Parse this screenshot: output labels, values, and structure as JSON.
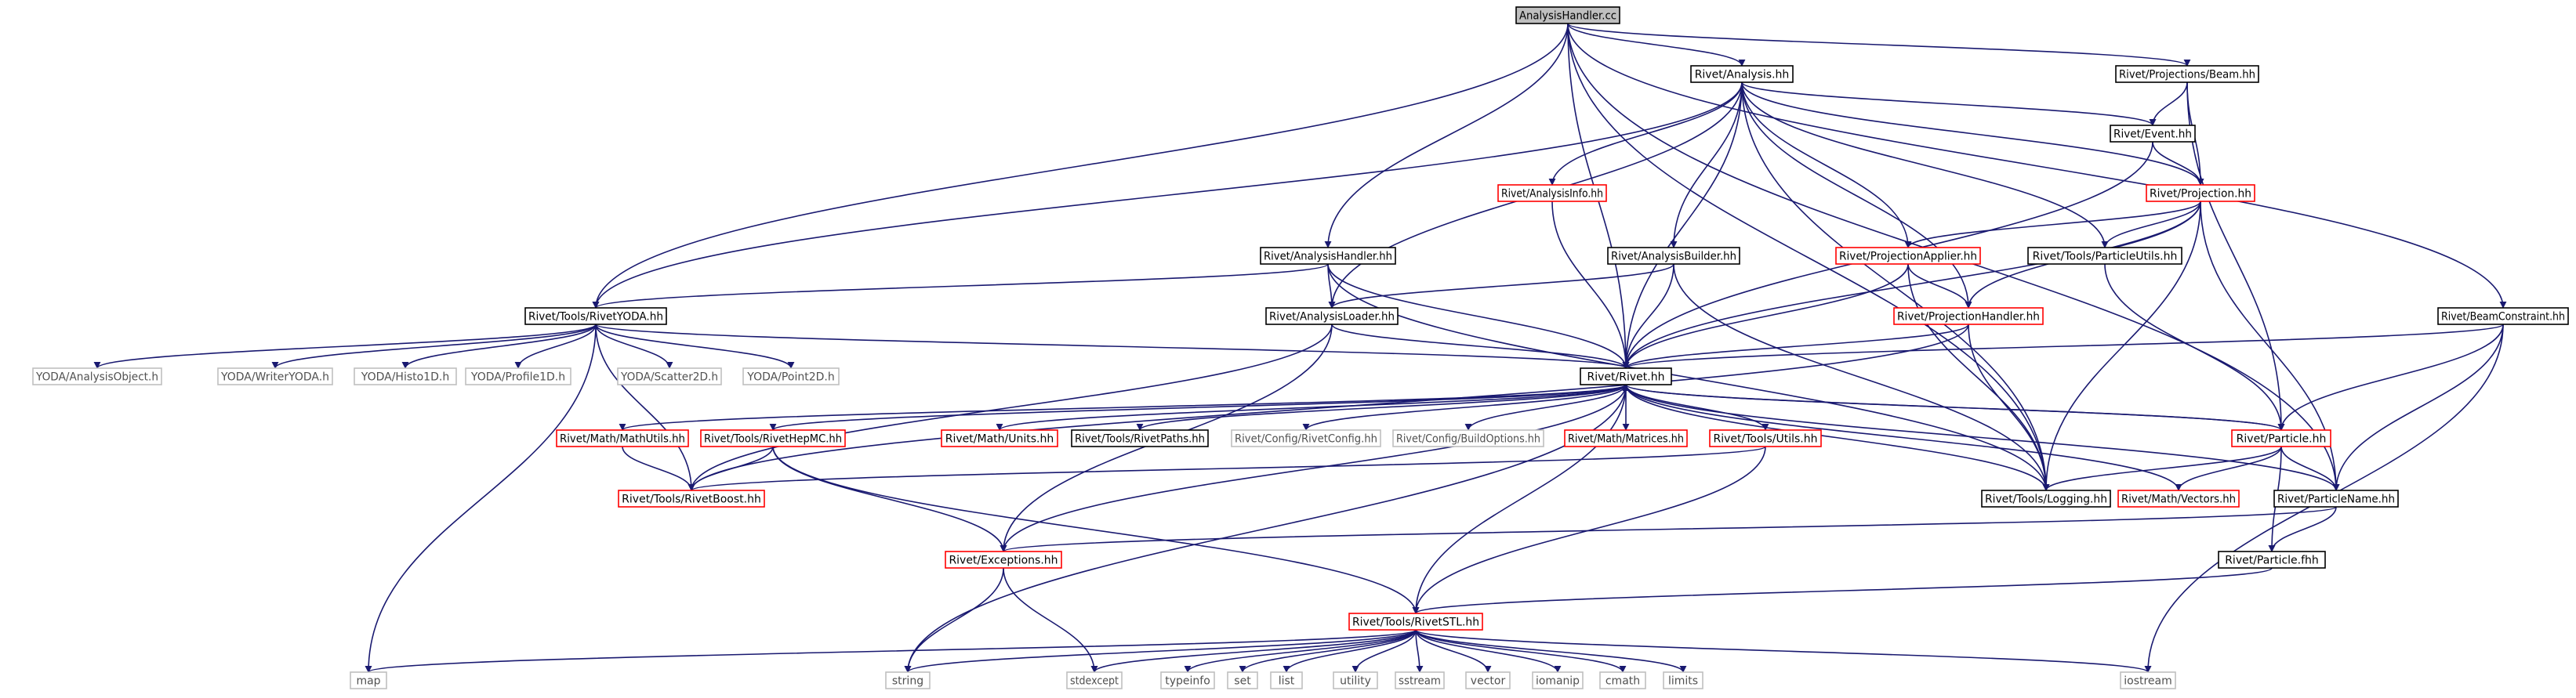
{
  "diagram": {
    "root": "AnalysisHandler.cc",
    "colors": {
      "edge": "#191970",
      "root_fill": "#bfbfbf",
      "root_border": "#000000",
      "documented_border": "#000000",
      "truncated_border": "#ff0000",
      "external_border": "#bfbfbf",
      "text": "#000000",
      "external_text": "#505050"
    },
    "nodes": [
      {
        "id": "ahcc",
        "label": "AnalysisHandler.cc",
        "kind": "root"
      },
      {
        "id": "analysis",
        "label": "Rivet/Analysis.hh",
        "kind": "doc"
      },
      {
        "id": "beam",
        "label": "Rivet/Projections/Beam.hh",
        "kind": "doc"
      },
      {
        "id": "event",
        "label": "Rivet/Event.hh",
        "kind": "doc"
      },
      {
        "id": "projection",
        "label": "Rivet/Projection.hh",
        "kind": "trunc"
      },
      {
        "id": "analysisinfo",
        "label": "Rivet/AnalysisInfo.hh",
        "kind": "trunc"
      },
      {
        "id": "analysishandler",
        "label": "Rivet/AnalysisHandler.hh",
        "kind": "doc"
      },
      {
        "id": "analysisbuilder",
        "label": "Rivet/AnalysisBuilder.hh",
        "kind": "doc"
      },
      {
        "id": "projapplier",
        "label": "Rivet/ProjectionApplier.hh",
        "kind": "trunc"
      },
      {
        "id": "particleutils",
        "label": "Rivet/Tools/ParticleUtils.hh",
        "kind": "doc"
      },
      {
        "id": "rivetyoda",
        "label": "Rivet/Tools/RivetYODA.hh",
        "kind": "doc"
      },
      {
        "id": "analysisloader",
        "label": "Rivet/AnalysisLoader.hh",
        "kind": "doc"
      },
      {
        "id": "projhandler",
        "label": "Rivet/ProjectionHandler.hh",
        "kind": "trunc"
      },
      {
        "id": "beamconstraint",
        "label": "Rivet/BeamConstraint.hh",
        "kind": "doc"
      },
      {
        "id": "yao",
        "label": "YODA/AnalysisObject.h",
        "kind": "ext"
      },
      {
        "id": "ywriter",
        "label": "YODA/WriterYODA.h",
        "kind": "ext"
      },
      {
        "id": "yh1d",
        "label": "YODA/Histo1D.h",
        "kind": "ext"
      },
      {
        "id": "yp1d",
        "label": "YODA/Profile1D.h",
        "kind": "ext"
      },
      {
        "id": "ys2d",
        "label": "YODA/Scatter2D.h",
        "kind": "ext"
      },
      {
        "id": "ypt2d",
        "label": "YODA/Point2D.h",
        "kind": "ext"
      },
      {
        "id": "rivet",
        "label": "Rivet/Rivet.hh",
        "kind": "doc"
      },
      {
        "id": "mathutils",
        "label": "Rivet/Math/MathUtils.hh",
        "kind": "trunc"
      },
      {
        "id": "hepmc",
        "label": "Rivet/Tools/RivetHepMC.hh",
        "kind": "trunc"
      },
      {
        "id": "units",
        "label": "Rivet/Math/Units.hh",
        "kind": "trunc"
      },
      {
        "id": "paths",
        "label": "Rivet/Tools/RivetPaths.hh",
        "kind": "doc"
      },
      {
        "id": "rivetconfig",
        "label": "Rivet/Config/RivetConfig.hh",
        "kind": "ext"
      },
      {
        "id": "buildoptions",
        "label": "Rivet/Config/BuildOptions.hh",
        "kind": "ext"
      },
      {
        "id": "matrices",
        "label": "Rivet/Math/Matrices.hh",
        "kind": "trunc"
      },
      {
        "id": "toolsutils",
        "label": "Rivet/Tools/Utils.hh",
        "kind": "trunc"
      },
      {
        "id": "particle",
        "label": "Rivet/Particle.hh",
        "kind": "trunc"
      },
      {
        "id": "rivetboost",
        "label": "Rivet/Tools/RivetBoost.hh",
        "kind": "trunc"
      },
      {
        "id": "logging",
        "label": "Rivet/Tools/Logging.hh",
        "kind": "doc"
      },
      {
        "id": "vectors",
        "label": "Rivet/Math/Vectors.hh",
        "kind": "trunc"
      },
      {
        "id": "particlename",
        "label": "Rivet/ParticleName.hh",
        "kind": "doc"
      },
      {
        "id": "exceptions",
        "label": "Rivet/Exceptions.hh",
        "kind": "trunc"
      },
      {
        "id": "particlefhh",
        "label": "Rivet/Particle.fhh",
        "kind": "doc"
      },
      {
        "id": "stl",
        "label": "Rivet/Tools/RivetSTL.hh",
        "kind": "trunc"
      },
      {
        "id": "map",
        "label": "map",
        "kind": "ext"
      },
      {
        "id": "string",
        "label": "string",
        "kind": "ext"
      },
      {
        "id": "stdexcept",
        "label": "stdexcept",
        "kind": "ext"
      },
      {
        "id": "typeinfo",
        "label": "typeinfo",
        "kind": "ext"
      },
      {
        "id": "set",
        "label": "set",
        "kind": "ext"
      },
      {
        "id": "list",
        "label": "list",
        "kind": "ext"
      },
      {
        "id": "utility",
        "label": "utility",
        "kind": "ext"
      },
      {
        "id": "sstream",
        "label": "sstream",
        "kind": "ext"
      },
      {
        "id": "vector",
        "label": "vector",
        "kind": "ext"
      },
      {
        "id": "iomanip",
        "label": "iomanip",
        "kind": "ext"
      },
      {
        "id": "cmath",
        "label": "cmath",
        "kind": "ext"
      },
      {
        "id": "limits",
        "label": "limits",
        "kind": "ext"
      },
      {
        "id": "iostream",
        "label": "iostream",
        "kind": "ext"
      }
    ],
    "edges": [
      [
        "ahcc",
        "analysis"
      ],
      [
        "ahcc",
        "beam"
      ],
      [
        "ahcc",
        "analysishandler"
      ],
      [
        "ahcc",
        "rivetyoda"
      ],
      [
        "ahcc",
        "rivet"
      ],
      [
        "ahcc",
        "particlename"
      ],
      [
        "ahcc",
        "beamconstraint"
      ],
      [
        "ahcc",
        "logging"
      ],
      [
        "analysis",
        "event"
      ],
      [
        "analysis",
        "projection"
      ],
      [
        "analysis",
        "analysisinfo"
      ],
      [
        "analysis",
        "analysisbuilder"
      ],
      [
        "analysis",
        "projapplier"
      ],
      [
        "analysis",
        "projhandler"
      ],
      [
        "analysis",
        "particleutils"
      ],
      [
        "analysis",
        "rivetyoda"
      ],
      [
        "analysis",
        "analysisloader"
      ],
      [
        "analysis",
        "rivet"
      ],
      [
        "analysis",
        "logging"
      ],
      [
        "beam",
        "event"
      ],
      [
        "beam",
        "projection"
      ],
      [
        "beam",
        "particle"
      ],
      [
        "event",
        "projection"
      ],
      [
        "event",
        "rivet"
      ],
      [
        "projection",
        "projapplier"
      ],
      [
        "projection",
        "particleutils"
      ],
      [
        "projection",
        "projhandler"
      ],
      [
        "projection",
        "particlename"
      ],
      [
        "projection",
        "rivet"
      ],
      [
        "projection",
        "logging"
      ],
      [
        "analysisinfo",
        "rivet"
      ],
      [
        "analysishandler",
        "rivetyoda"
      ],
      [
        "analysishandler",
        "analysisloader"
      ],
      [
        "analysishandler",
        "rivet"
      ],
      [
        "analysishandler",
        "logging"
      ],
      [
        "analysisbuilder",
        "analysisloader"
      ],
      [
        "analysisbuilder",
        "rivet"
      ],
      [
        "analysisbuilder",
        "logging"
      ],
      [
        "projapplier",
        "projhandler"
      ],
      [
        "projapplier",
        "rivet"
      ],
      [
        "projapplier",
        "logging"
      ],
      [
        "particleutils",
        "particle"
      ],
      [
        "rivetyoda",
        "yao"
      ],
      [
        "rivetyoda",
        "ywriter"
      ],
      [
        "rivetyoda",
        "yh1d"
      ],
      [
        "rivetyoda",
        "yp1d"
      ],
      [
        "rivetyoda",
        "ys2d"
      ],
      [
        "rivetyoda",
        "ypt2d"
      ],
      [
        "rivetyoda",
        "rivet"
      ],
      [
        "rivetyoda",
        "map"
      ],
      [
        "rivetyoda",
        "rivetboost"
      ],
      [
        "analysisloader",
        "rivet"
      ],
      [
        "analysisloader",
        "exceptions"
      ],
      [
        "analysisloader",
        "rivetboost"
      ],
      [
        "projhandler",
        "rivet"
      ],
      [
        "projhandler",
        "logging"
      ],
      [
        "projhandler",
        "rivetboost"
      ],
      [
        "beamconstraint",
        "rivet"
      ],
      [
        "beamconstraint",
        "particle"
      ],
      [
        "beamconstraint",
        "particlename"
      ],
      [
        "beamconstraint",
        "iostream"
      ],
      [
        "rivet",
        "mathutils"
      ],
      [
        "rivet",
        "hepmc"
      ],
      [
        "rivet",
        "units"
      ],
      [
        "rivet",
        "paths"
      ],
      [
        "rivet",
        "rivetconfig"
      ],
      [
        "rivet",
        "buildoptions"
      ],
      [
        "rivet",
        "matrices"
      ],
      [
        "rivet",
        "toolsutils"
      ],
      [
        "rivet",
        "particle"
      ],
      [
        "rivet",
        "logging"
      ],
      [
        "rivet",
        "vectors"
      ],
      [
        "rivet",
        "particlename"
      ],
      [
        "rivet",
        "stl"
      ],
      [
        "rivet",
        "exceptions"
      ],
      [
        "rivet",
        "string"
      ],
      [
        "mathutils",
        "rivetboost"
      ],
      [
        "hepmc",
        "rivetboost"
      ],
      [
        "hepmc",
        "exceptions"
      ],
      [
        "hepmc",
        "stl"
      ],
      [
        "toolsutils",
        "rivetboost"
      ],
      [
        "toolsutils",
        "stl"
      ],
      [
        "particle",
        "rivet"
      ],
      [
        "particle",
        "logging"
      ],
      [
        "particle",
        "vectors"
      ],
      [
        "particle",
        "particlename"
      ],
      [
        "particle",
        "particlefhh"
      ],
      [
        "particlename",
        "exceptions"
      ],
      [
        "particlename",
        "particlefhh"
      ],
      [
        "particlefhh",
        "stl"
      ],
      [
        "exceptions",
        "string"
      ],
      [
        "exceptions",
        "stdexcept"
      ],
      [
        "stl",
        "map"
      ],
      [
        "stl",
        "string"
      ],
      [
        "stl",
        "stdexcept"
      ],
      [
        "stl",
        "typeinfo"
      ],
      [
        "stl",
        "set"
      ],
      [
        "stl",
        "list"
      ],
      [
        "stl",
        "utility"
      ],
      [
        "stl",
        "sstream"
      ],
      [
        "stl",
        "vector"
      ],
      [
        "stl",
        "iomanip"
      ],
      [
        "stl",
        "cmath"
      ],
      [
        "stl",
        "limits"
      ],
      [
        "stl",
        "iostream"
      ]
    ]
  }
}
